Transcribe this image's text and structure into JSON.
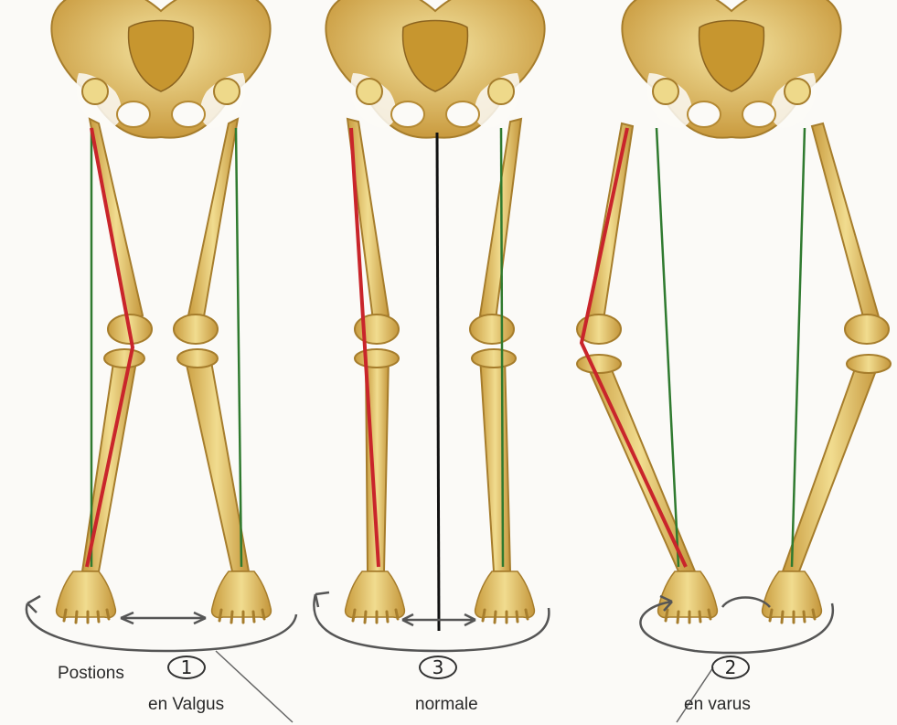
{
  "figures": [
    {
      "id": "valgus",
      "number": "1",
      "caption_line1": "Postions",
      "caption_line2": "en Valgus"
    },
    {
      "id": "normal",
      "number": "3",
      "caption_line1": "",
      "caption_line2": "normale"
    },
    {
      "id": "varus",
      "number": "2",
      "caption_line1": "",
      "caption_line2": "en varus"
    }
  ],
  "colors": {
    "bone": "#e9cf74",
    "bone_shade": "#b98d32",
    "red_axis": "#c9252b",
    "green_axis": "#2f7a2f",
    "midline": "#111111",
    "pencil": "#555555"
  },
  "icons": [
    "pelvis-bone",
    "femur-bone",
    "tibia-bone",
    "foot-bone",
    "rotation-arrow"
  ]
}
